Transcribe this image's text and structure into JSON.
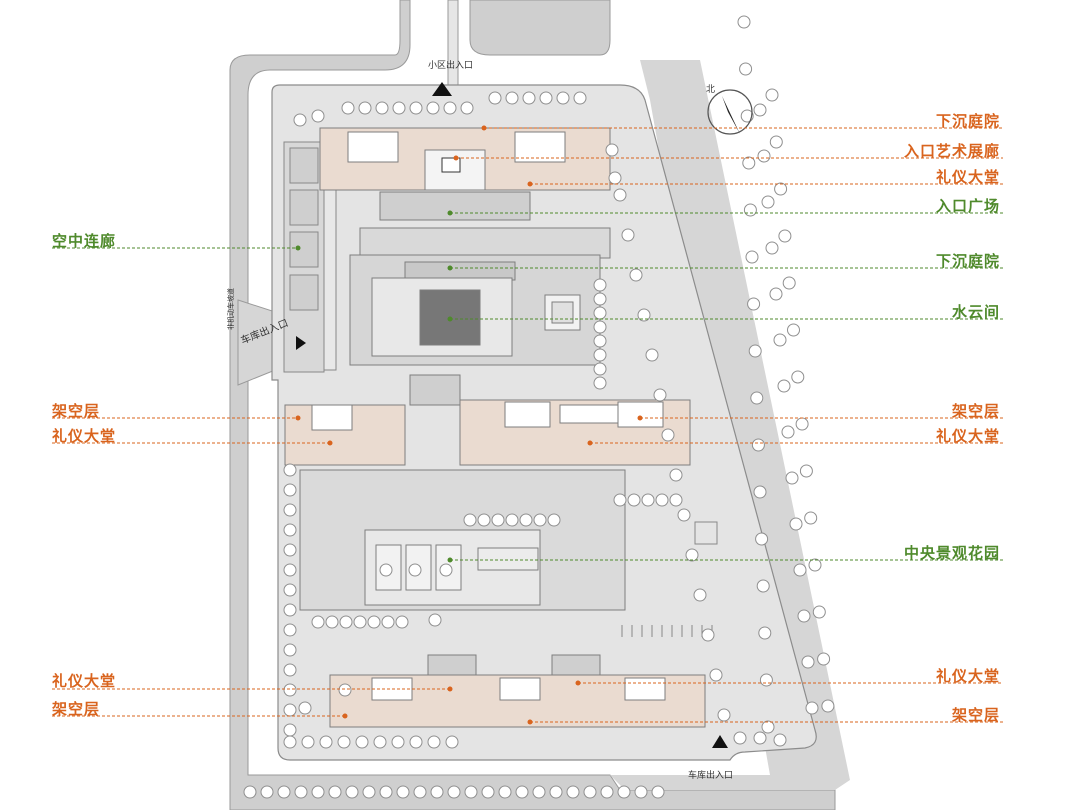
{
  "colors": {
    "orange": "#d9641e",
    "green": "#4f8a2c",
    "road": "#cfcfcf",
    "site": "#e2e2e2",
    "deck": "#e9cdbd",
    "tree": "#9a9a9a"
  },
  "icons": {
    "north_arrow": "north-arrow-icon",
    "entrance_triangle": "triangle-marker-icon"
  },
  "entrances": {
    "top": "小区出入口",
    "garage_left": "车库出入口",
    "garage_bottom": "车库出入口",
    "note_left": "非机动车坡道"
  },
  "north_label": "北",
  "labels_left": [
    {
      "id": "sky-corridor",
      "text": "空中连廊",
      "color": "green"
    },
    {
      "id": "stilt-floor-1",
      "text": "架空层",
      "color": "orange"
    },
    {
      "id": "lobby-1",
      "text": "礼仪大堂",
      "color": "orange"
    },
    {
      "id": "lobby-2",
      "text": "礼仪大堂",
      "color": "orange"
    },
    {
      "id": "stilt-floor-2",
      "text": "架空层",
      "color": "orange"
    }
  ],
  "labels_right": [
    {
      "id": "sunken-courtyard-1",
      "text": "下沉庭院",
      "color": "orange"
    },
    {
      "id": "entrance-art-gallery",
      "text": "入口艺术展廊",
      "color": "orange"
    },
    {
      "id": "lobby-3",
      "text": "礼仪大堂",
      "color": "orange"
    },
    {
      "id": "entrance-plaza",
      "text": "入口广场",
      "color": "green"
    },
    {
      "id": "sunken-courtyard-2",
      "text": "下沉庭院",
      "color": "green"
    },
    {
      "id": "water-cloud-hall",
      "text": "水云间",
      "color": "green"
    },
    {
      "id": "stilt-floor-3",
      "text": "架空层",
      "color": "orange"
    },
    {
      "id": "lobby-4",
      "text": "礼仪大堂",
      "color": "orange"
    },
    {
      "id": "central-garden",
      "text": "中央景观花园",
      "color": "green"
    },
    {
      "id": "lobby-5",
      "text": "礼仪大堂",
      "color": "orange"
    },
    {
      "id": "stilt-floor-4",
      "text": "架空层",
      "color": "orange"
    }
  ]
}
